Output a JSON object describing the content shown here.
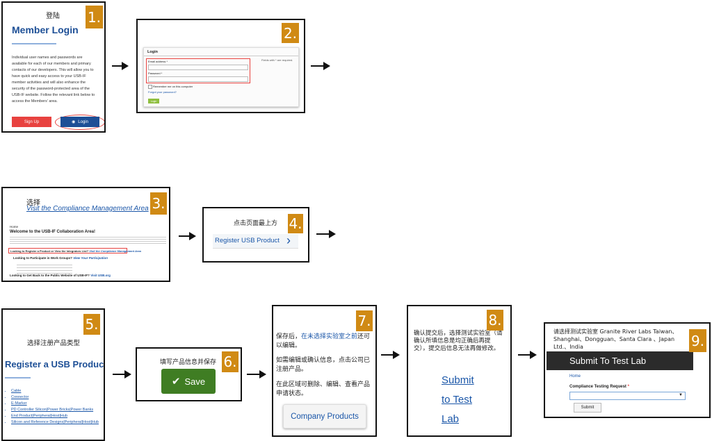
{
  "steps": [
    {
      "num": "1.",
      "title_cn": "登陆",
      "heading": "Member Login",
      "body": "Individual user names and passwords are available for each of our members and primary contacts of our developers. This will allow you to have quick and easy access to your USB-IF member activities and will also enhance the security of the password-protected area of the USB-IF website. Follow the relevant link below to access the Members' area.",
      "signup": "Sign Up",
      "login": "Login"
    },
    {
      "num": "2.",
      "form_title": "Login",
      "email_label": "Email address *",
      "password_label": "Password *",
      "required_note": "Fields with * are required.",
      "remember": "Remember me on this computer",
      "forgot": "Forgot your password?",
      "login_btn": "Login"
    },
    {
      "num": "3.",
      "label_cn": "选择",
      "link": "Visit the Compliance Management Area",
      "crumb": "Home",
      "welcome": "Welcome to the USB-IF Collaboration Area!",
      "register_line": "Looking to Register a Product or View the Integrators List?",
      "register_link": "Visit the Compliance Management Area",
      "participate": "Looking to Participate in Work Groups?",
      "participate_link": "View Your Participation",
      "public": "Looking to Get Back to the Public Website of USB-IF?",
      "public_link": "Visit USB.org"
    },
    {
      "num": "4.",
      "label_cn": "点击页面最上方",
      "button": "Register USB Product",
      "chevron": "›"
    },
    {
      "num": "5.",
      "label_cn": "选择注册产品类型",
      "heading": "Register a USB Product",
      "items": [
        "Cable",
        "Connector",
        "E-Marker",
        "PD Controller Silicon|Power Bricks|Power Banks",
        "End Product|Peripheral|Host|Hub",
        "Silicon and Reference Designs|Peripheral|Host|Hub"
      ]
    },
    {
      "num": "6.",
      "label_cn": "填写产品信息并保存",
      "button": "Save"
    },
    {
      "num": "7.",
      "text1_pre": "保存后，",
      "text1_link": "在未选择实验室之前",
      "text1_post": "还可以编辑。",
      "text2": "如需编辑或确认信息，点击公司已注册产品。",
      "text3": "在此区域可删除、编辑、查看产品申请状态。",
      "button": "Company Products"
    },
    {
      "num": "8.",
      "text": "确认提交后，选择测试实验室（请确认所填信息是均正确后再提交），提交后信息无法再做修改。",
      "link1": "Submit",
      "link2": "to Test",
      "link3": "Lab"
    },
    {
      "num": "9.",
      "text": "请选择测试实验室 Granite River Labs Taiwan、Shanghai、Dongguan、Santa Clara 、Japan Ltd.、India",
      "banner": "Submit To Test Lab",
      "crumb": "Home",
      "field_label": "Compliance Testing Request",
      "required": "*",
      "submit": "Submit"
    }
  ],
  "colors": {
    "badge": "#d08a14",
    "brand_blue": "#1a56a8",
    "red": "#e8423f",
    "green": "#3f7d23",
    "banner": "#2b2b2b"
  }
}
